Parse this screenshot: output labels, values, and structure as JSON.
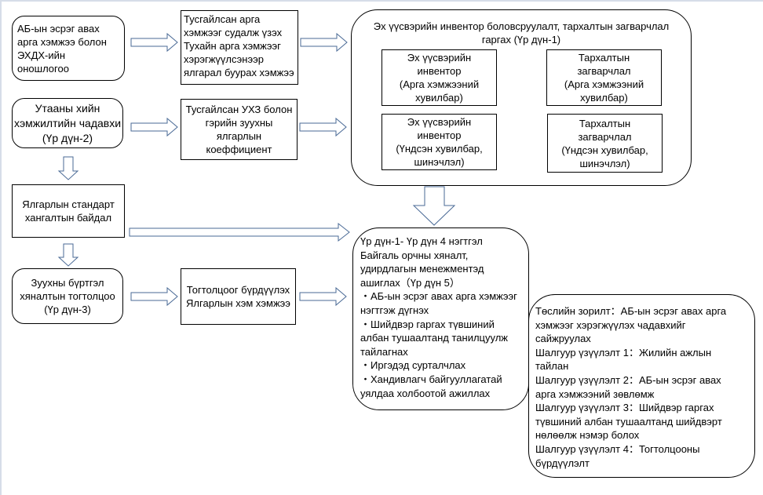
{
  "diagram": {
    "box_a": {
      "lines": [
        "АБ-ын эсрэг авах",
        "арга хэмжээ болон",
        "ЭХДХ-ийн",
        "оношлогоо"
      ]
    },
    "box_b": {
      "lines": [
        "Тусгайлсан арга",
        "хэмжээг судалж үзэх",
        "Тухайн арга хэмжээг",
        "хэрэгжүүлсэнээр",
        "ялгарал буурах хэмжээ"
      ]
    },
    "box_c": {
      "title_lines": [
        "Эх үүсвэрийн инвентор  боловсруулалт, тархалтын загварчлал",
        "гаргах (Үр дүн-1)"
      ],
      "inner": [
        {
          "lines": [
            "Эх үүсвэрийн",
            "инвентор",
            "(Арга хэмжээний",
            "хувилбар)"
          ]
        },
        {
          "lines": [
            "Тархалтын",
            "загварчлал",
            "(Арга хэмжээний",
            "хувилбар)"
          ]
        },
        {
          "lines": [
            "Эх үүсвэрийн",
            "инвентор",
            "(Үндсэн хувилбар,",
            "шинэчлэл)"
          ]
        },
        {
          "lines": [
            "Тархалтын",
            "загварчлал",
            "(Үндсэн хувилбар,",
            "шинэчлэл)"
          ]
        }
      ]
    },
    "box_d": {
      "lines": [
        "Утааны хийн",
        "хэмжилтийн чадавхи",
        "(Үр дүн-2)"
      ]
    },
    "box_e": {
      "lines": [
        "Тусгайлсан УХЗ болон",
        "гэрийн зуухны",
        "ялгарлын",
        "коеффициент"
      ]
    },
    "box_f": {
      "lines": [
        "Ялгарлын стандарт",
        "хангалтын байдал"
      ]
    },
    "box_g": {
      "lines": [
        "Зуухны бүртгэл",
        "хяналтын тогтолцоо",
        "(Үр дүн-3)"
      ]
    },
    "box_h": {
      "lines": [
        "Тогтолцоог бүрдүүлэх",
        "Ялгарлын хэм хэмжээ"
      ]
    },
    "box_i": {
      "lines": [
        "Үр дүн-1- Үр дүн 4  нэгтгэл",
        "Байгаль орчны хяналт,",
        "удирдлагын менежментэд",
        "ашиглах（Үр дүн 5）",
        "・АБ-ын эсрэг авах арга хэмжээг",
        "нэгтгэж дүгнэх",
        "・Шийдвэр гаргах түвшиний",
        "албан тушаалтанд  танилцуулж",
        "тайлагнах",
        "・Иргэдэд сурталчлах",
        "・Хандивлагч байгууллагатай",
        "уялдаа холбоотой ажиллах"
      ]
    },
    "box_j": {
      "lines": [
        "Төслийн зорилт：АБ-ын эсрэг авах арга",
        "хэмжээг хэрэгжүүлэх чадавхийг",
        "сайжруулах",
        "Шалгуур үзүүлэлт 1：Жилийн ажлын",
        "тайлан",
        "Шалгуур үзүүлэлт 2：АБ-ын эсрэг авах",
        "арга хэмжээний зөвлөмж",
        "Шалгуур үзүүлэлт 3：Шийдвэр гаргах",
        "түвшиний  албан тушаалтанд  шийдвэрт",
        "нөлөөлж нэмэр болох",
        "Шалгуур үзүүлэлт 4：Тогтолцооны",
        "бүрдүүлэлт"
      ]
    }
  },
  "colors": {
    "arrow_stroke": "#4a6a96",
    "box_border": "#000000",
    "background": "#ffffff"
  }
}
